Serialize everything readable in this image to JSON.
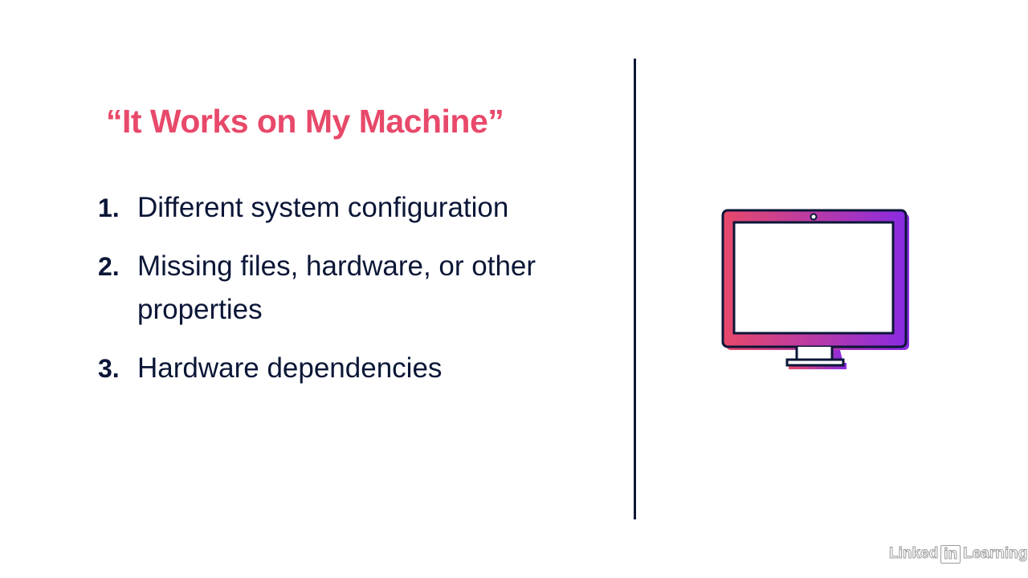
{
  "slide": {
    "title": "“It Works on My Machine”",
    "items": [
      {
        "number": "1.",
        "text": "Different system configuration"
      },
      {
        "number": "2.",
        "text": "Missing files, hardware, or other properties"
      },
      {
        "number": "3.",
        "text": "Hardware dependencies"
      }
    ],
    "illustration_icon": "computer-monitor-icon"
  },
  "watermark": {
    "part1": "Linked",
    "part2": "in",
    "part3": "Learning"
  },
  "colors": {
    "title": "#e8496a",
    "text": "#0b1637",
    "gradient_start": "#e8496a",
    "gradient_end": "#8a2be2"
  }
}
